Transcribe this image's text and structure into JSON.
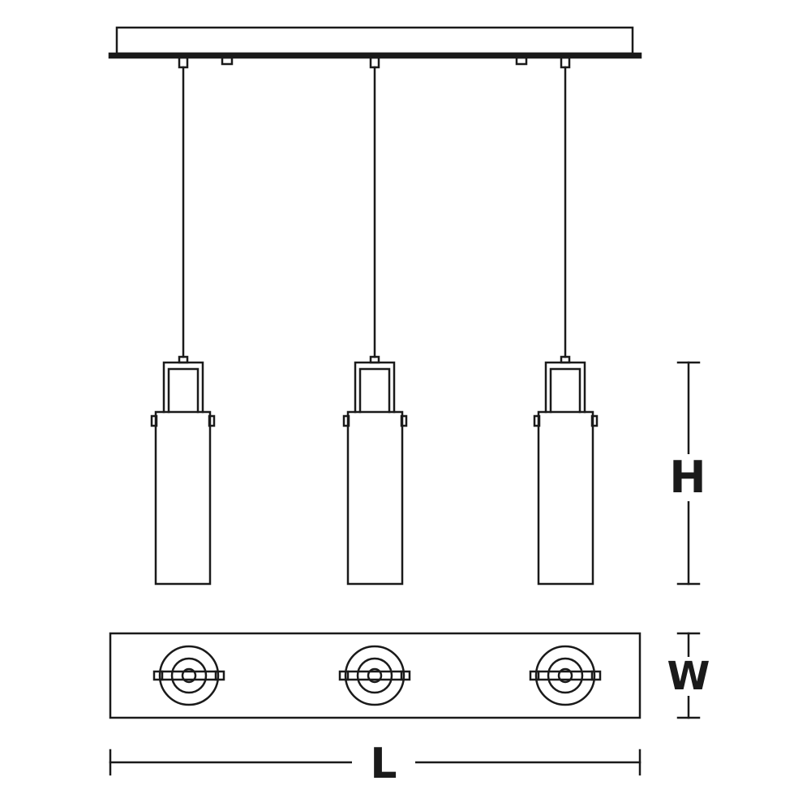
{
  "diagram": {
    "type": "pendant-light-dimension-drawing",
    "views": [
      "front-elevation",
      "top-plan"
    ],
    "pendant_count": 3,
    "line_color": "#1a1a1a",
    "background_color": "#ffffff"
  },
  "dimensions": {
    "height_label": "H",
    "width_label": "W",
    "length_label": "L"
  }
}
